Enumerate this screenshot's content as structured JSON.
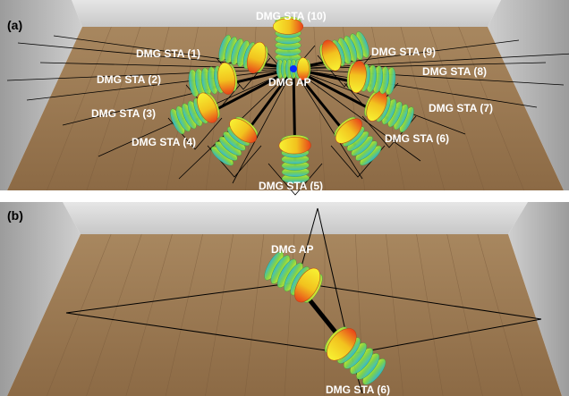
{
  "panel_a": {
    "tag": "(a)",
    "ap_label": "DMG AP",
    "stations": [
      "DMG STA (1)",
      "DMG STA (2)",
      "DMG STA (3)",
      "DMG STA (4)",
      "DMG STA (5)",
      "DMG STA (6)",
      "DMG STA (7)",
      "DMG STA (8)",
      "DMG STA (9)",
      "DMG STA (10)"
    ]
  },
  "panel_b": {
    "tag": "(b)",
    "ap_label": "DMG AP",
    "station_label": "DMG STA (6)"
  },
  "colors": {
    "wall_light": "#d9d9d9",
    "wall_dark": "#a9a9a9",
    "floor": "#a27f58",
    "floor_line": "#7a5b3c",
    "beam_line": "#000000",
    "ap_marker": "#0a2cff"
  }
}
